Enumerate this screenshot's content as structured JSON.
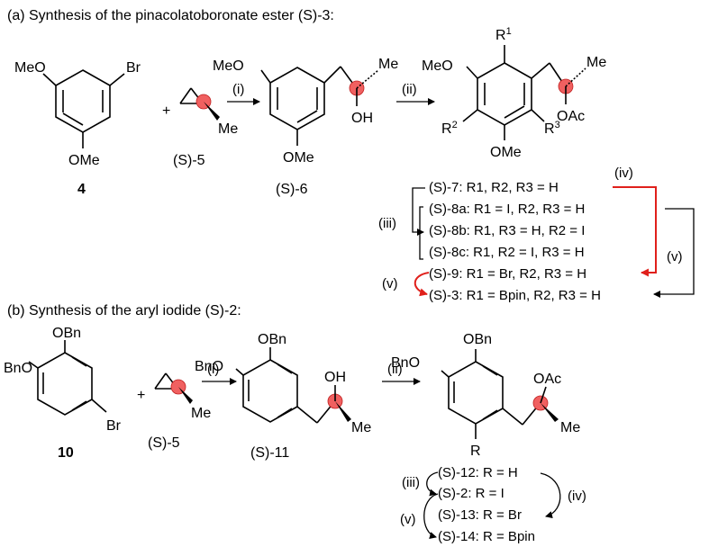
{
  "sections": {
    "a_title": "(a) Synthesis of the pinacolatoboronate ester (S)-3:",
    "b_title": "(b) Synthesis of the aryl iodide (S)-2:"
  },
  "labels": {
    "MeO": "MeO",
    "OMe": "OMe",
    "Br": "Br",
    "Me": "Me",
    "OH": "OH",
    "OAc": "OAc",
    "OBn": "OBn",
    "BnO": "BnO",
    "R": "R",
    "R1": "R1",
    "R2": "R2",
    "R3": "R3",
    "plus": "+"
  },
  "compounds": {
    "c4": "4",
    "c5_a": "(S)-5",
    "c6": "(S)-6",
    "c10": "10",
    "c5_b": "(S)-5",
    "c11": "(S)-11"
  },
  "reagents": {
    "i": "(i)",
    "ii": "(ii)",
    "iii": "(iii)",
    "iv": "(iv)",
    "v": "(v)"
  },
  "list_a": [
    "(S)-7: R1, R2, R3 = H",
    "(S)-8a: R1 = I, R2, R3 = H",
    "(S)-8b: R1, R3 = H, R2 = I",
    "(S)-8c: R1, R2 = I, R3 = H",
    "(S)-9: R1 = Br, R2, R3 = H",
    "(S)-3: R1 = Bpin, R2, R3 = H"
  ],
  "list_b": [
    "(S)-12: R = H",
    "(S)-2: R = I",
    "(S)-13: R = Br",
    "(S)-14: R = Bpin"
  ],
  "colors": {
    "highlight_arrow": "#e0201b",
    "stereocenter": "#f06060"
  }
}
